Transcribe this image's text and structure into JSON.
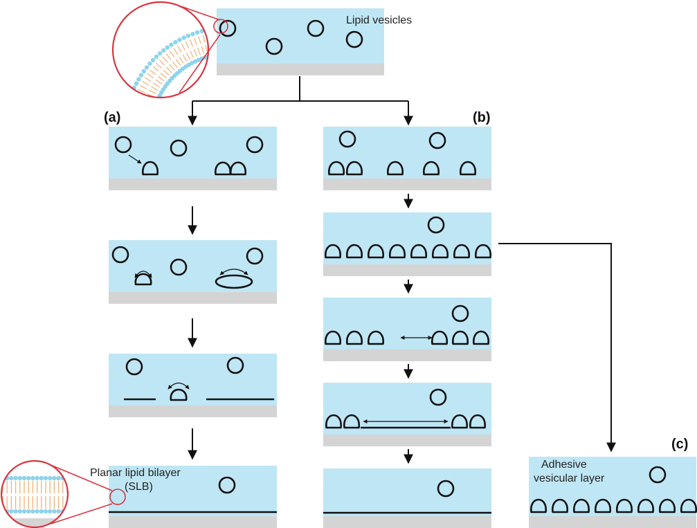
{
  "labels": {
    "lipid_vesicles": "Lipid vesicles",
    "panel_a": "(a)",
    "panel_b": "(b)",
    "panel_c": "(c)",
    "slb_line1": "Planar lipid bilayer",
    "slb_line2": "(SLB)",
    "adhesive_line1": "Adhesive",
    "adhesive_line2": "vesicular layer"
  },
  "colors": {
    "water": "#bfe6f4",
    "substrate": "#d4d4d4",
    "outline": "#111111",
    "zoom_ring": "#d9333f",
    "lipid_head": "#8fd3ec",
    "lipid_tail": "#f2b074"
  }
}
